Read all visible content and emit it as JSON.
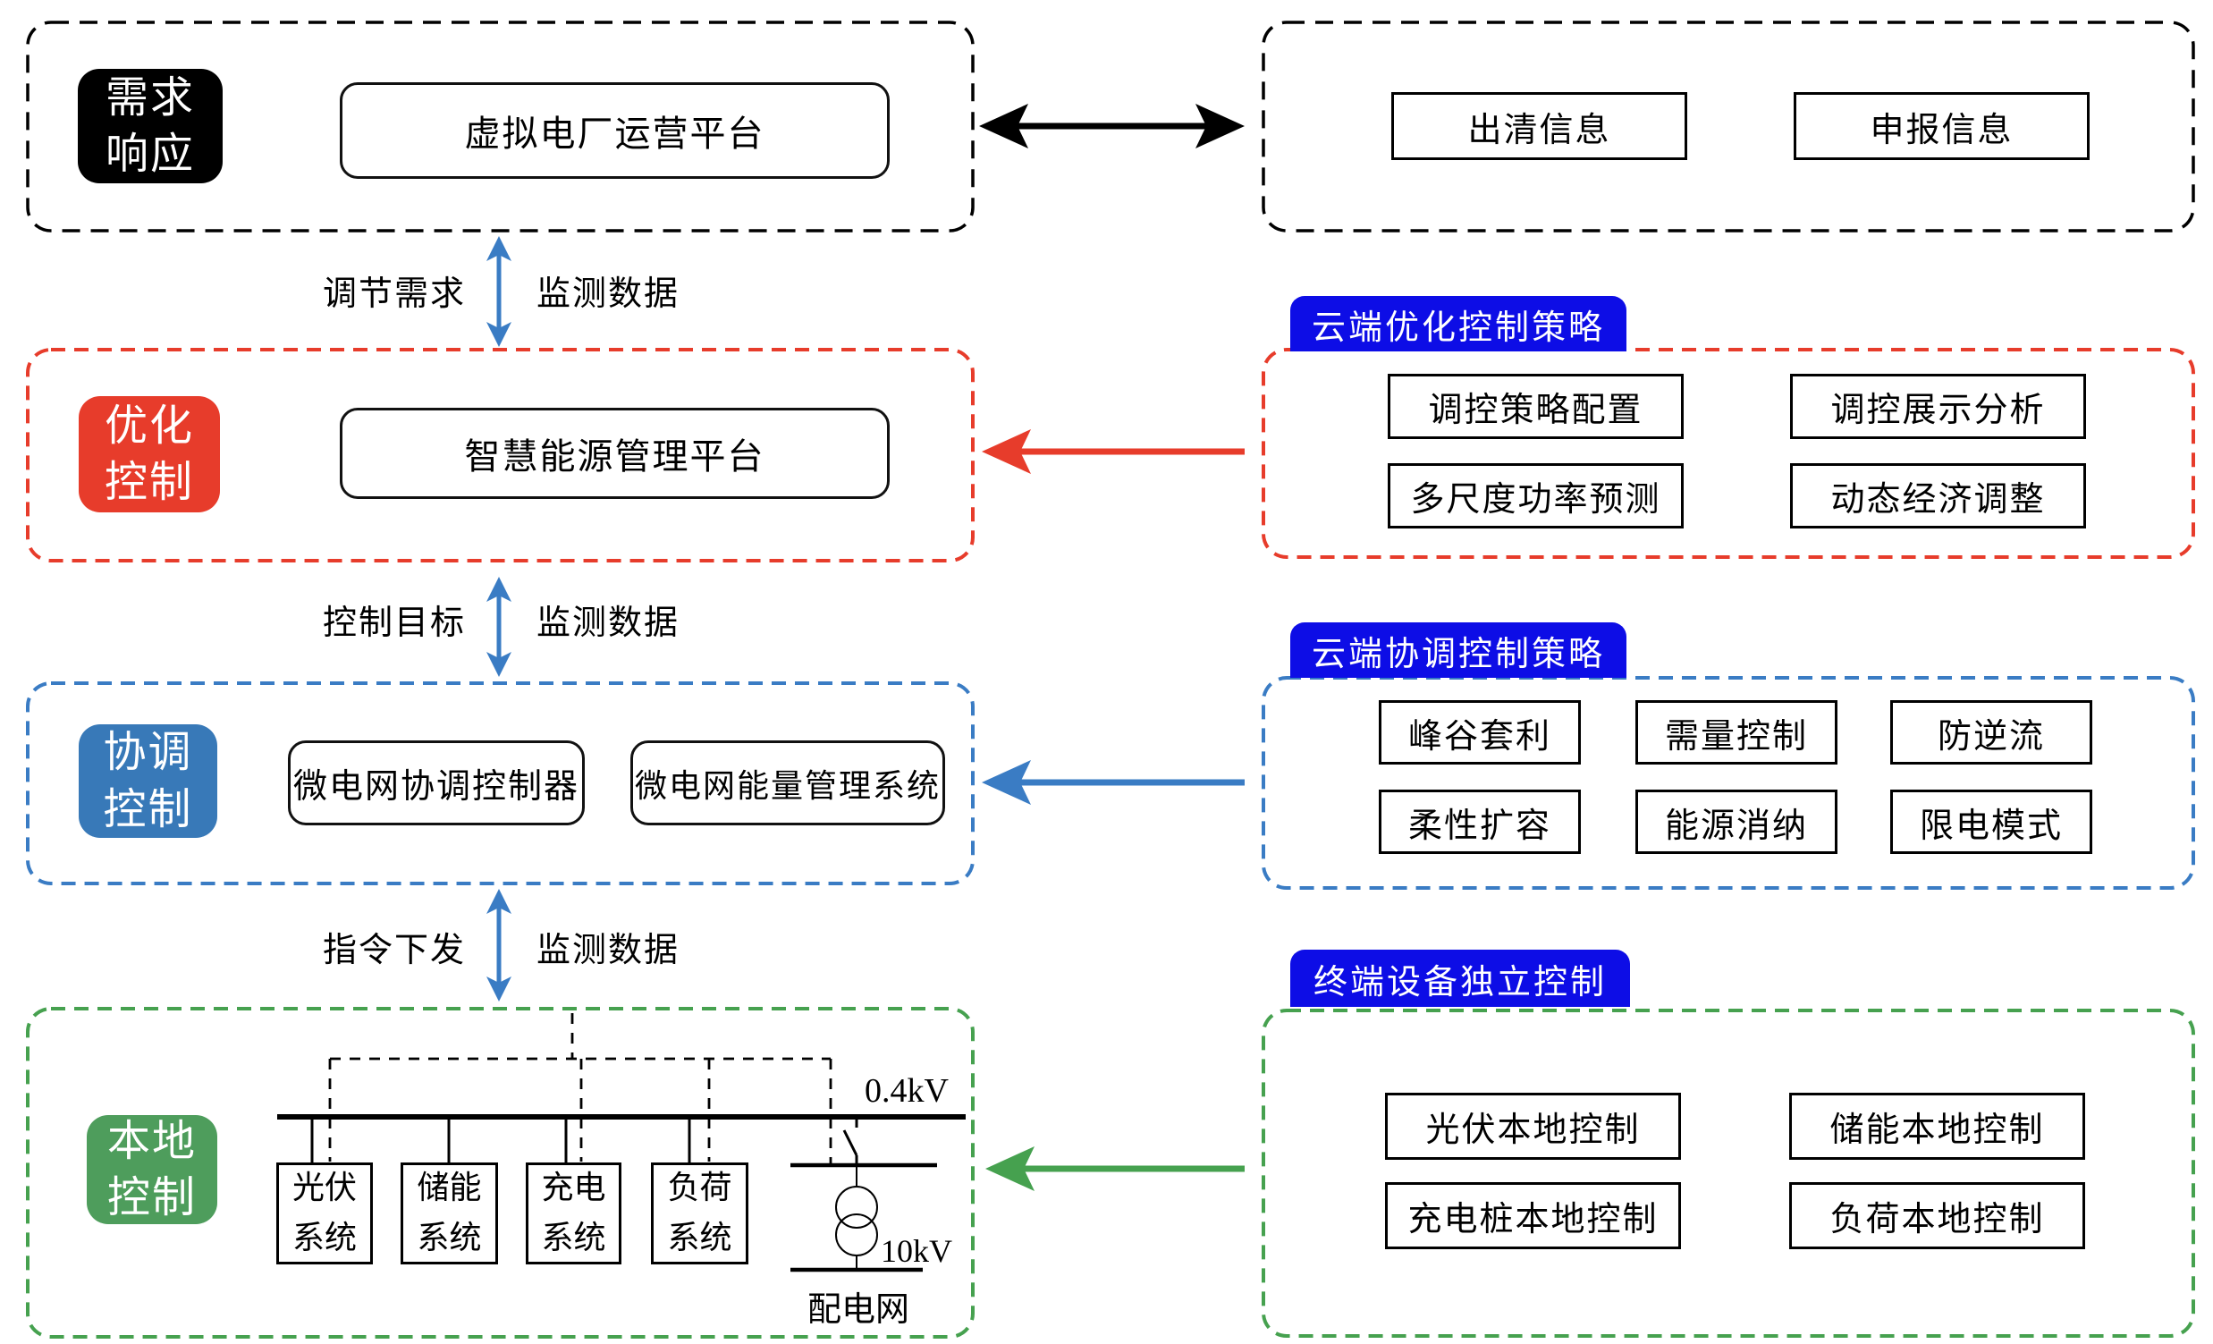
{
  "colors": {
    "red": "#e73c2b",
    "blue_line": "#3a7cc4",
    "blue_label_bg": "#3879b8",
    "green_line": "#46a14f",
    "green_label_bg": "#4e9d5c",
    "header_blue": "#0d0de6",
    "black": "#000000"
  },
  "tiers": [
    {
      "label": [
        "需求",
        "响应"
      ],
      "platforms": [
        "虚拟电厂运营平台"
      ]
    },
    {
      "label": [
        "优化",
        "控制"
      ],
      "platforms": [
        "智慧能源管理平台"
      ]
    },
    {
      "label": [
        "协调",
        "控制"
      ],
      "platforms": [
        "微电网协调控制器",
        "微电网能量管理系统"
      ]
    },
    {
      "label": [
        "本地",
        "控制"
      ],
      "platforms": []
    }
  ],
  "links": [
    {
      "left_label": "调节需求",
      "right_label": "监测数据"
    },
    {
      "left_label": "控制目标",
      "right_label": "监测数据"
    },
    {
      "left_label": "指令下发",
      "right_label": "监测数据"
    }
  ],
  "right_panels": [
    {
      "items": [
        "出清信息",
        "申报信息"
      ]
    },
    {
      "header": "云端优化控制策略",
      "items": [
        "调控策略配置",
        "调控展示分析",
        "多尺度功率预测",
        "动态经济调整"
      ]
    },
    {
      "header": "云端协调控制策略",
      "items": [
        "峰谷套利",
        "需量控制",
        "防逆流",
        "柔性扩容",
        "能源消纳",
        "限电模式"
      ]
    },
    {
      "header": "终端设备独立控制",
      "items": [
        "光伏本地控制",
        "储能本地控制",
        "充电桩本地控制",
        "负荷本地控制"
      ]
    }
  ],
  "electrical": {
    "devices": [
      [
        "光伏",
        "系统"
      ],
      [
        "储能",
        "系统"
      ],
      [
        "充电",
        "系统"
      ],
      [
        "负荷",
        "系统"
      ]
    ],
    "lv_bus_label": "0.4kV",
    "hv_bus_label": "10kV",
    "grid_label": "配电网"
  }
}
